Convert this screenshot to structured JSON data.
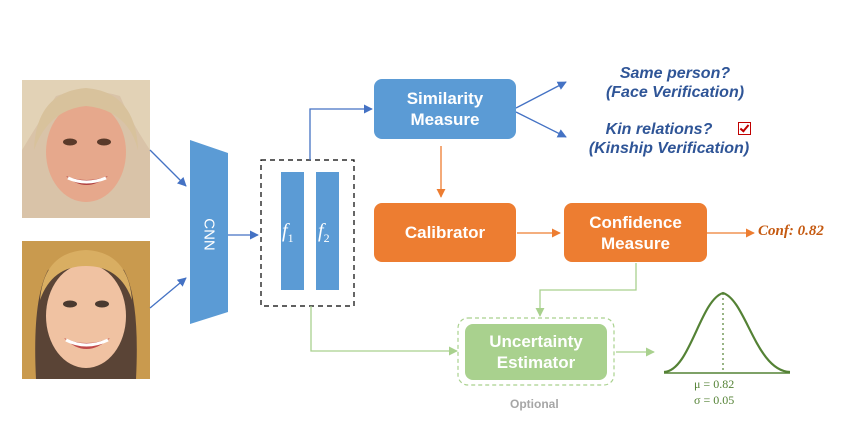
{
  "cnn_label": "CNN",
  "features": [
    "f",
    "1",
    "f",
    "2"
  ],
  "similarity_label": "Similarity Measure",
  "question_1": [
    "Same person?",
    "(Face Verification)"
  ],
  "question_2": [
    "Kin relations?",
    "(Kinship Verification)"
  ],
  "calibrator_label": "Calibrator",
  "confidence_label": "Confidence Measure",
  "conf_output": "Conf: 0.82",
  "uncertainty_label": "Uncertainty Estimator",
  "optional_label": "Optional",
  "mu_label": "μ = 0.82",
  "sigma_label": "σ = 0.05",
  "colors": {
    "blue": "#5b9bd5",
    "orange": "#ed7d31",
    "green": "#a9d18e",
    "dark_green": "#548235",
    "question_blue": "#2f5597",
    "conf_text": "#c55a11"
  },
  "icons": [
    "face-photo-older-woman",
    "face-photo-young-woman",
    "checkbox-checked-icon",
    "gaussian-curve-icon"
  ]
}
